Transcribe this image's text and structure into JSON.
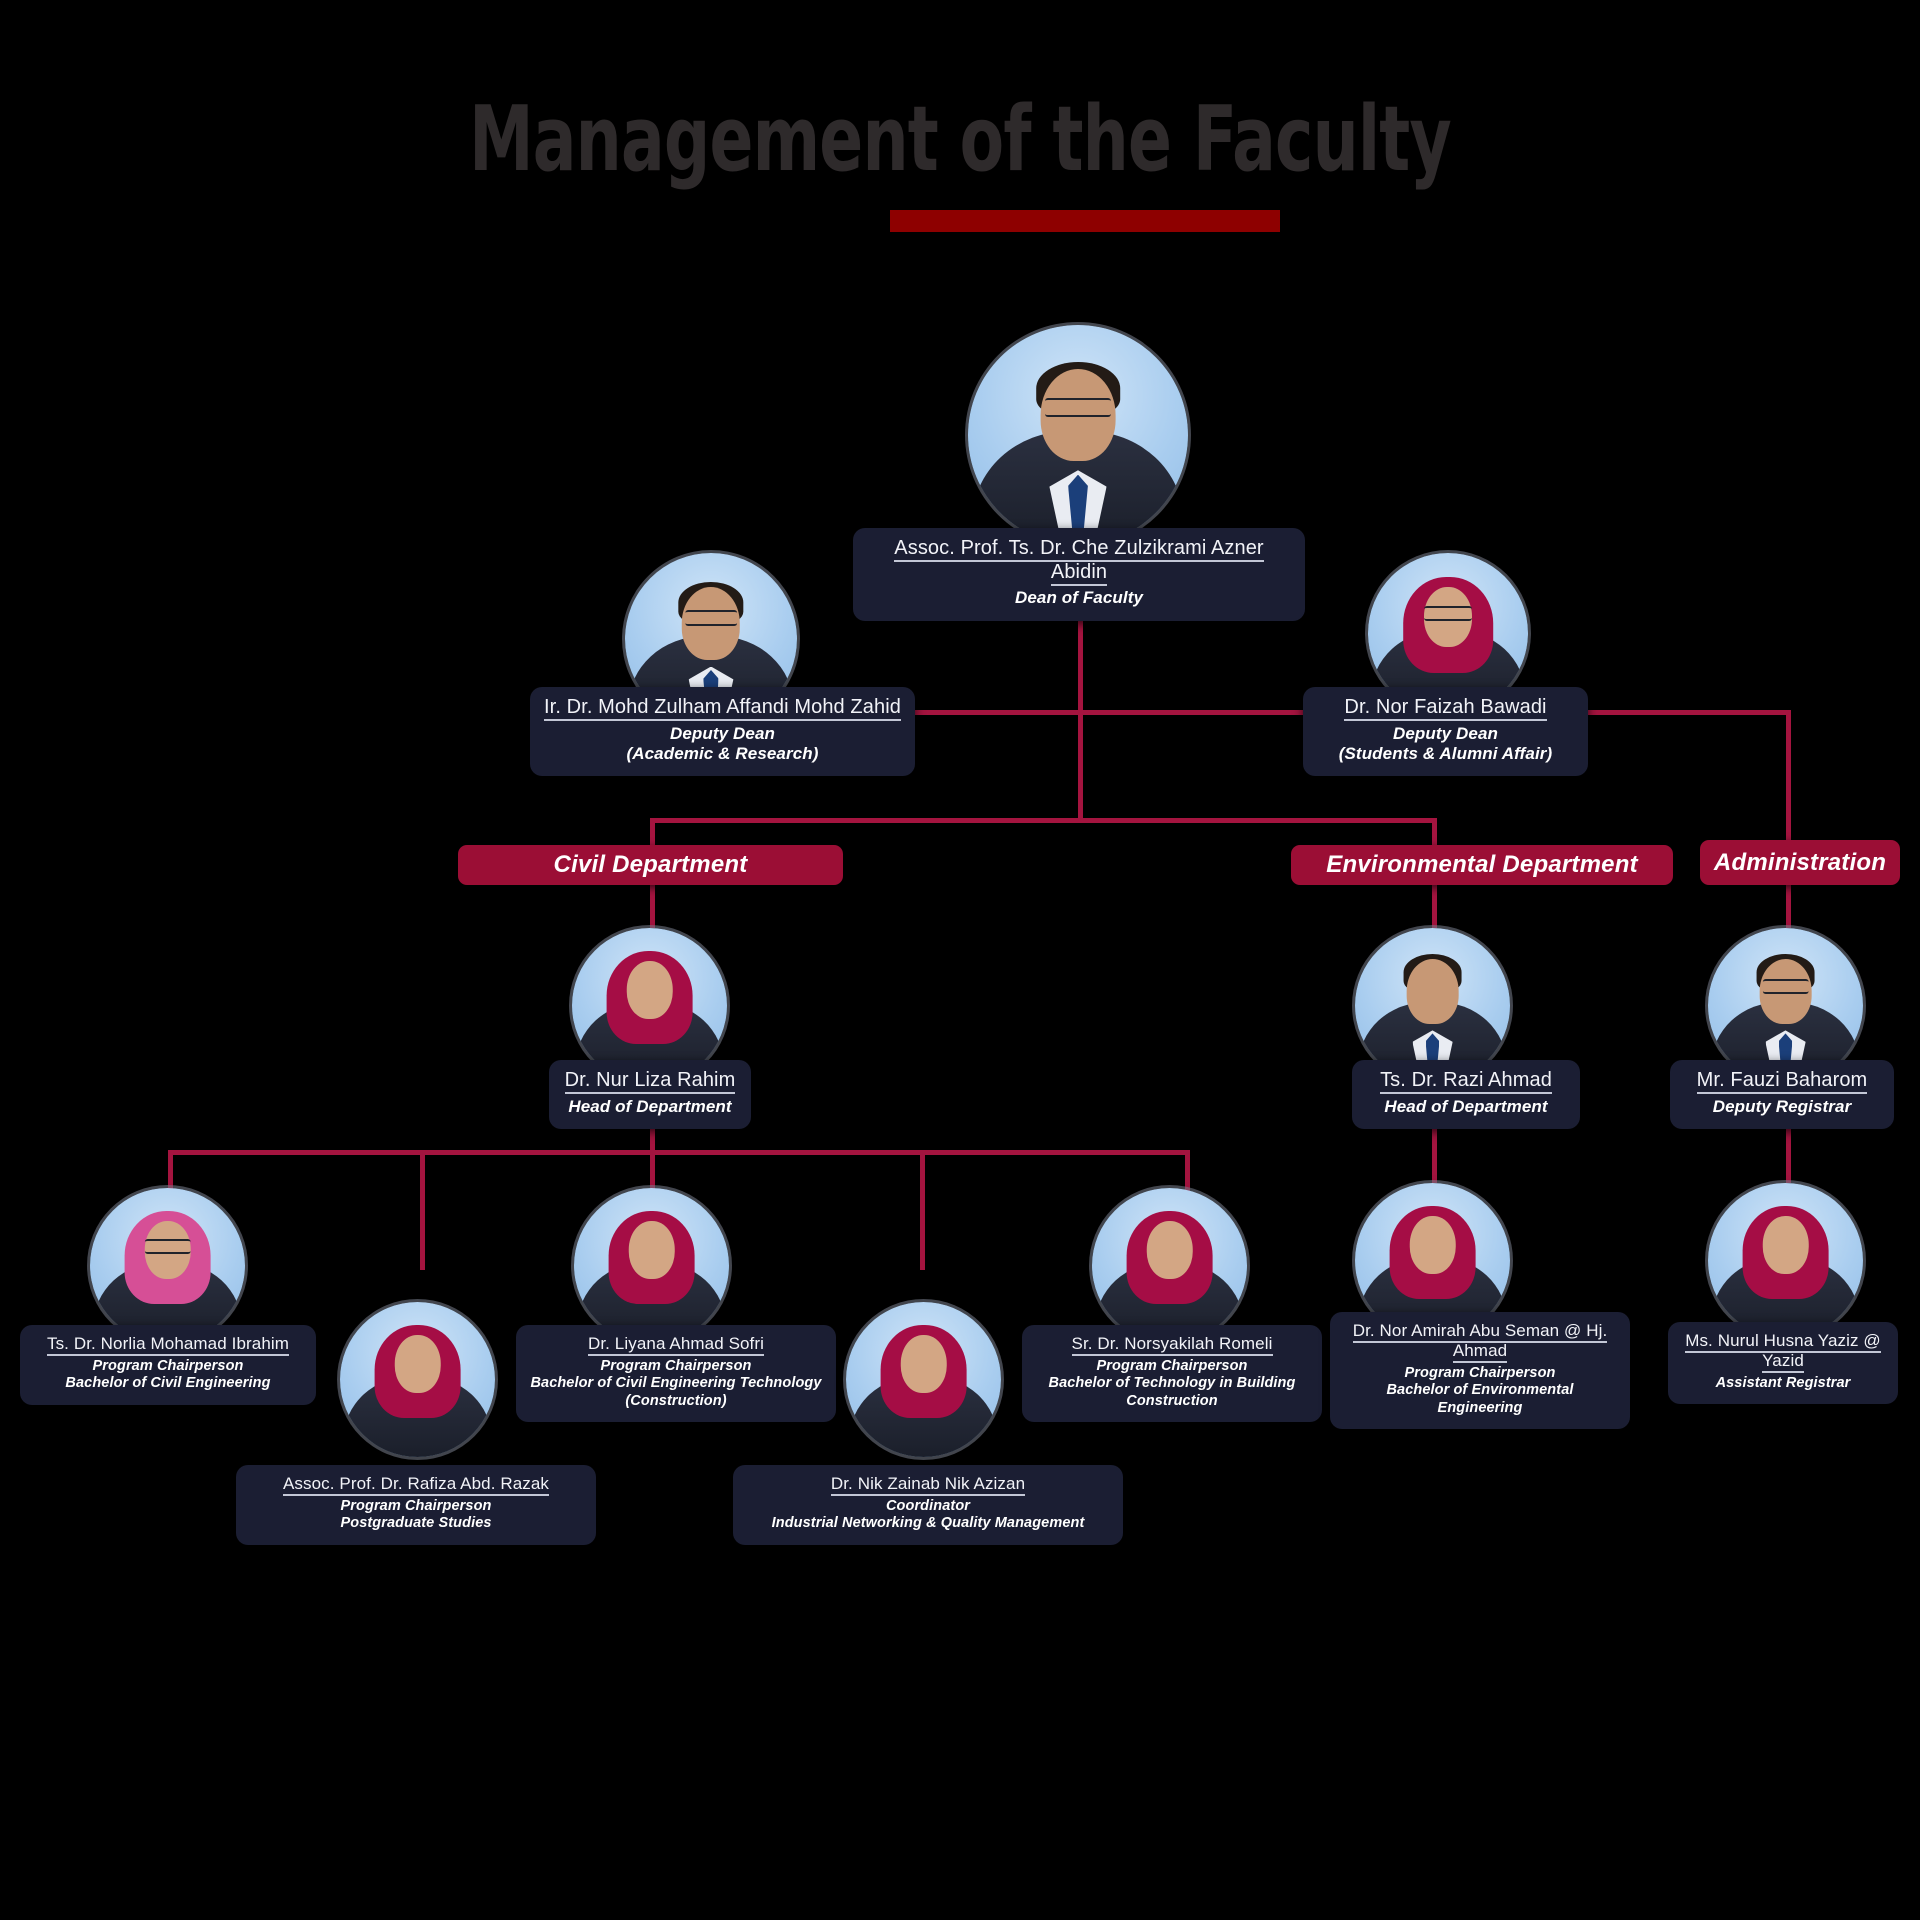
{
  "header": {
    "title": "Management of the Faculty",
    "accent_color": "#8e0000",
    "title_color": "#2e2a2b"
  },
  "theme": {
    "background": "#000000",
    "card_bg": "#1b1e33",
    "connector": "#a4143f",
    "department_banner": "#9b0e35"
  },
  "dean": {
    "name": "Assoc. Prof. Ts. Dr. Che Zulzikrami Azner Abidin",
    "role": "Dean of Faculty"
  },
  "deputy_deans": [
    {
      "name": "Ir. Dr. Mohd Zulham Affandi Mohd Zahid",
      "role_line1": "Deputy Dean",
      "role_line2": "(Academic & Research)"
    },
    {
      "name": "Dr. Nor Faizah Bawadi",
      "role_line1": "Deputy Dean",
      "role_line2": "(Students & Alumni Affair)"
    }
  ],
  "departments": [
    {
      "label": "Civil Department"
    },
    {
      "label": "Environmental Department"
    },
    {
      "label": "Administration"
    }
  ],
  "heads": [
    {
      "name": "Dr. Nur Liza Rahim",
      "role": "Head of Department"
    },
    {
      "name": "Ts. Dr. Razi Ahmad",
      "role": "Head of Department"
    },
    {
      "name": "Mr. Fauzi Baharom",
      "role": "Deputy Registrar"
    }
  ],
  "staff": [
    {
      "name": "Ts. Dr. Norlia Mohamad Ibrahim",
      "role_line1": "Program Chairperson",
      "role_line2": "Bachelor of Civil Engineering"
    },
    {
      "name": "Assoc. Prof. Dr. Rafiza Abd. Razak",
      "role_line1": "Program Chairperson",
      "role_line2": "Postgraduate Studies"
    },
    {
      "name": "Dr. Liyana Ahmad Sofri",
      "role_line1": "Program Chairperson",
      "role_line2": "Bachelor of Civil Engineering Technology (Construction)"
    },
    {
      "name": "Dr. Nik Zainab Nik Azizan",
      "role_line1": "Coordinator",
      "role_line2": "Industrial Networking & Quality Management"
    },
    {
      "name": "Sr. Dr. Norsyakilah Romeli",
      "role_line1": "Program Chairperson",
      "role_line2": "Bachelor of Technology in Building Construction"
    },
    {
      "name": "Dr. Nor Amirah Abu Seman @ Hj. Ahmad ",
      "role_line1": "Program Chairperson",
      "role_line2": "Bachelor of Environmental Engineering"
    },
    {
      "name": "Ms. Nurul Husna Yaziz @ Yazid",
      "role_line1": "Assistant Registrar",
      "role_line2": ""
    }
  ]
}
